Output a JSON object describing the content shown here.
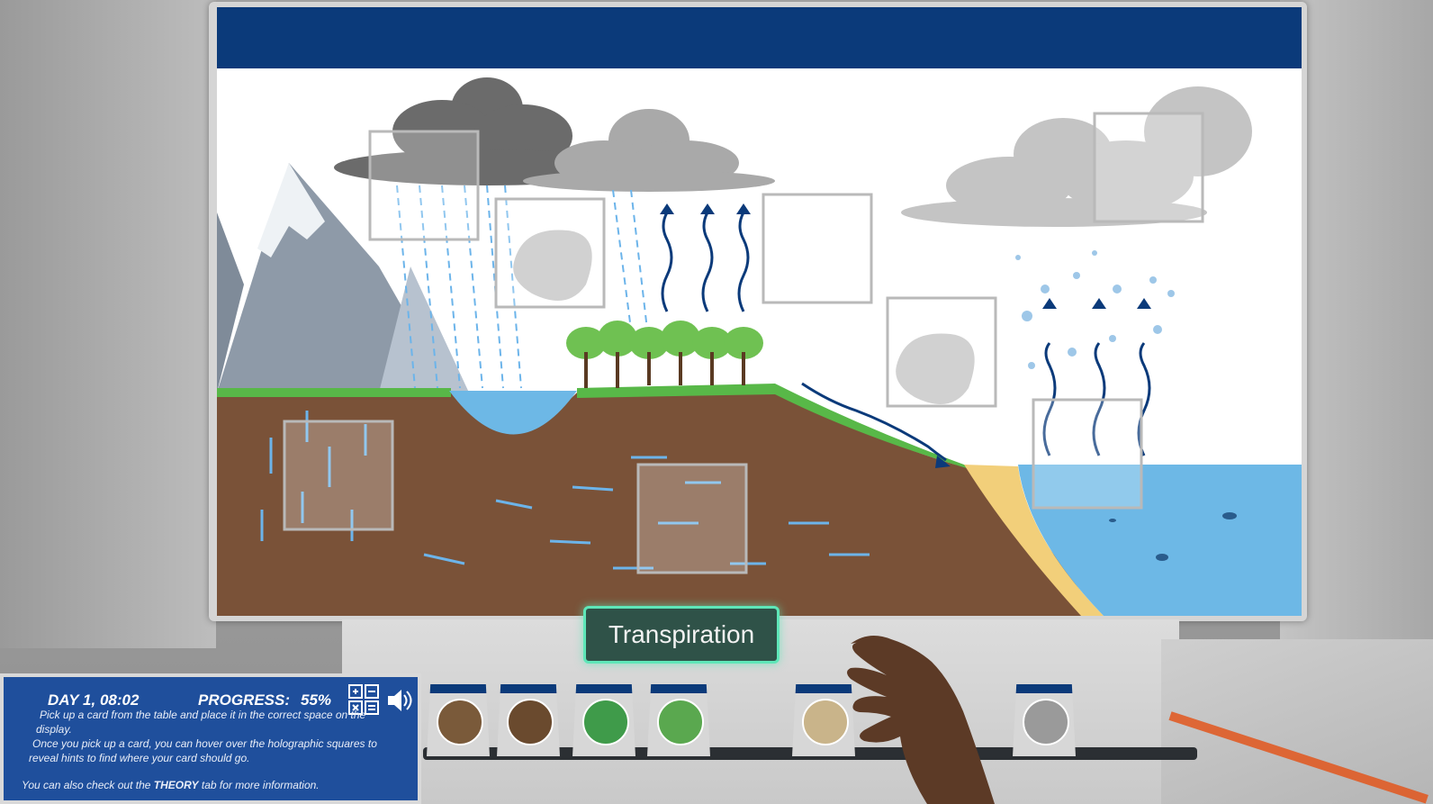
{
  "tooltip": {
    "label": "Transpiration"
  },
  "hud": {
    "day_label": "DAY 1, 08:02",
    "progress_label": "PROGRESS:",
    "progress_value": "55%",
    "icons": [
      "calculator-icon",
      "speaker-icon"
    ],
    "instructions": [
      "Pick up a card from the table and place it in the correct space on the",
      "display.",
      "Once you pick up a card, you can hover over the holographic squares to",
      "reveal hints to find where your card should go."
    ],
    "theory_prefix": "You can also check out the ",
    "theory_link": "THEORY",
    "theory_suffix": " tab for more information."
  },
  "cards": [
    {
      "id": "card-1",
      "theme": "water-ground",
      "color": "#7a5a3a"
    },
    {
      "id": "card-2",
      "theme": "soil-roots",
      "color": "#6a4a2e"
    },
    {
      "id": "card-3",
      "theme": "earth-globe",
      "color": "#3f9b4a"
    },
    {
      "id": "card-4",
      "theme": "trees-transpiration",
      "color": "#5aa84f"
    },
    {
      "id": "card-5",
      "theme": "sediment-runoff",
      "color": "#c9b48a"
    },
    {
      "id": "card-6",
      "theme": "cloud-precipitation",
      "color": "#9a9a9a"
    }
  ],
  "colors": {
    "header": "#0b3a7a",
    "ground": "#7a5238",
    "grass": "#58b848",
    "water": "#6db8e6",
    "sand": "#f2cf7a",
    "cloud_dark": "#6b6b6b",
    "cloud_light": "#bcbcbc",
    "arrow_dark": "#0b3a7a",
    "arrow_light": "#6cb4ea",
    "tooltip_glow": "#5ee6b8"
  }
}
